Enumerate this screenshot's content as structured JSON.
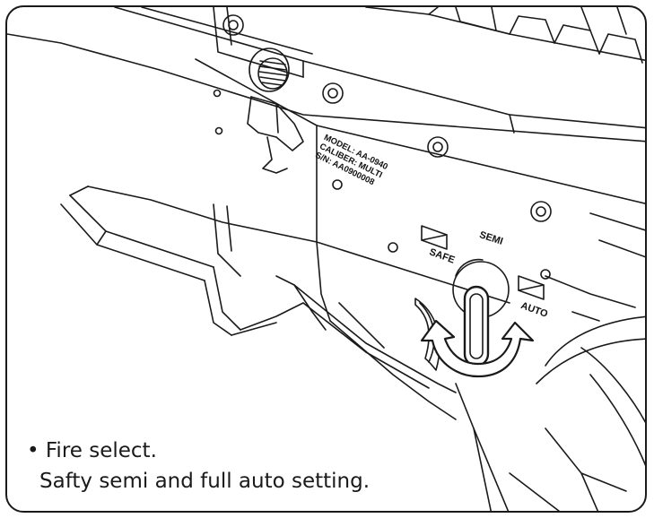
{
  "engraving": {
    "model": "MODEL: AA-0940",
    "caliber": "CALIBER: MULTI",
    "serial": "S/N: AA0900008"
  },
  "selector": {
    "safe": "SAFE",
    "semi": "SEMI",
    "auto": "AUTO"
  },
  "caption": {
    "line1": "• Fire select.",
    "line2": "Safty semi and full auto setting."
  },
  "colors": {
    "line": "#1a1a1a",
    "arrow_fill": "#ffffff",
    "background": "#ffffff"
  }
}
